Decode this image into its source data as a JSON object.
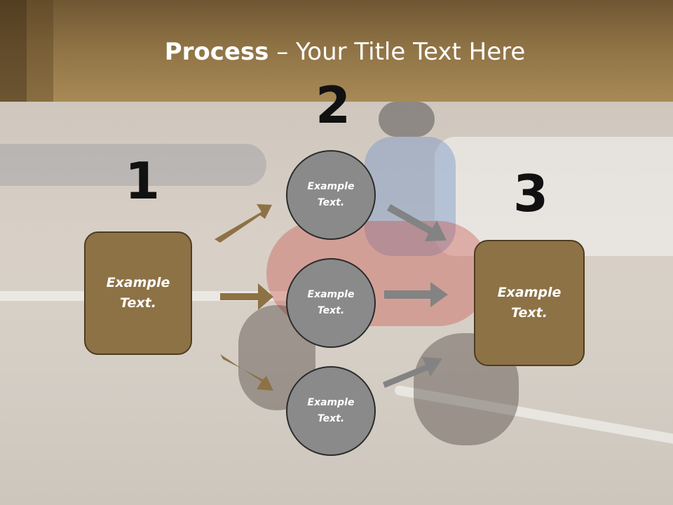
{
  "title": {
    "bold": "Process",
    "rest": " – Your Title Text Here"
  },
  "steps": [
    {
      "number": "1",
      "label": "Example Text."
    },
    {
      "number": "2",
      "items": [
        "Example Text.",
        "Example Text.",
        "Example Text."
      ]
    },
    {
      "number": "3",
      "label": "Example Text."
    }
  ],
  "colors": {
    "brown": "#8d7246",
    "gray": "#8a8a8a",
    "header": "#8e7244"
  }
}
